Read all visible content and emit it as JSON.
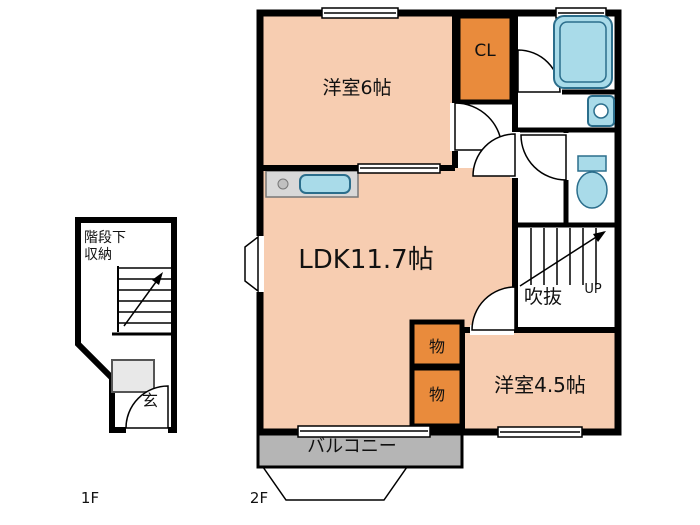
{
  "colors": {
    "room": "#f7cdb1",
    "closet": "#e98b3c",
    "balcony": "#b5b5b5",
    "fixture": "#a9dbe9",
    "counter": "#d8d8d8",
    "wall": "#000000"
  },
  "plan": {
    "floor1": {
      "label": "1F",
      "stair_storage_line1": "階段下",
      "stair_storage_line2": "収納",
      "entrance": "玄"
    },
    "floor2": {
      "label": "2F",
      "western_room_6": "洋室6帖",
      "closet": "CL",
      "ldk": "LDK11.7帖",
      "void": "吹抜",
      "up": "UP",
      "storage_top": "物",
      "storage_bottom": "物",
      "western_room_45": "洋室4.5帖",
      "balcony": "バルコニー"
    }
  }
}
